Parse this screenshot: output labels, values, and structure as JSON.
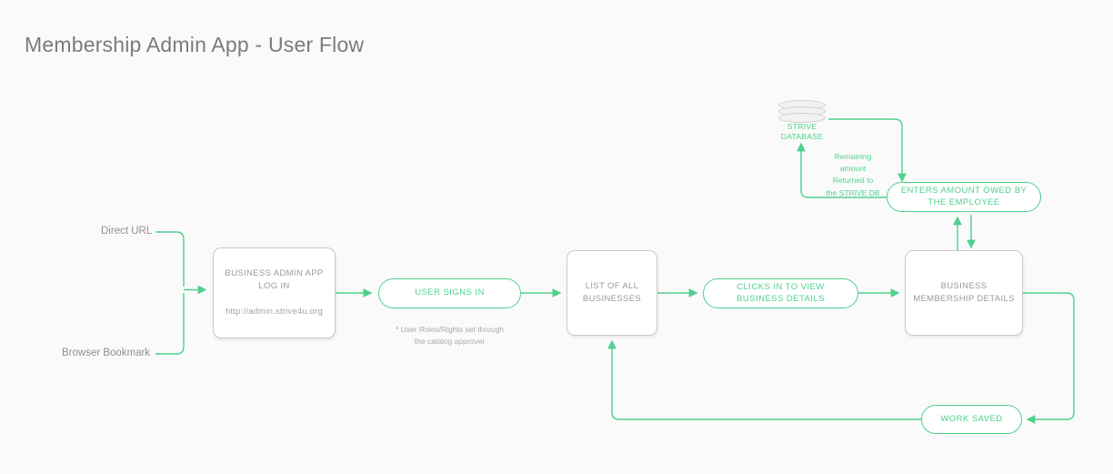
{
  "page": {
    "title": "Membership Admin App - User Flow",
    "background": "#fafafa",
    "accent_green": "#4fd08d",
    "muted_gray": "#9a9a9e"
  },
  "entries": [
    {
      "label": "Direct URL"
    },
    {
      "label": "Browser Bookmark"
    }
  ],
  "nodes": {
    "login_box": {
      "line1": "BUSINESS ADMIN APP",
      "line2": "LOG IN",
      "url": "http://admin.strive4u.org"
    },
    "user_signs_in": {
      "label": "USER SIGNS IN",
      "footnote": "* User Roles/Rights set through\nthe catalog approver"
    },
    "list_businesses": {
      "line1": "LIST OF ALL",
      "line2": "BUSINESSES"
    },
    "clicks_view_details": {
      "label": "CLICKS IN TO VIEW BUSINESS DETAILS"
    },
    "membership_details": {
      "line1": "BUSINESS",
      "line2": "MEMBERSHIP DETAILS"
    },
    "enters_amount": {
      "label": "ENTERS AMOUNT OWED BY THE EMPLOYEE"
    },
    "work_saved": {
      "label": "WORK SAVED"
    },
    "database": {
      "icon": "database-stack-icon",
      "label": "STRIVE DATABASE"
    }
  },
  "annotations": {
    "returned_to_db": "Remaining\namount\nReturned to\nthe STRIVE DB"
  }
}
